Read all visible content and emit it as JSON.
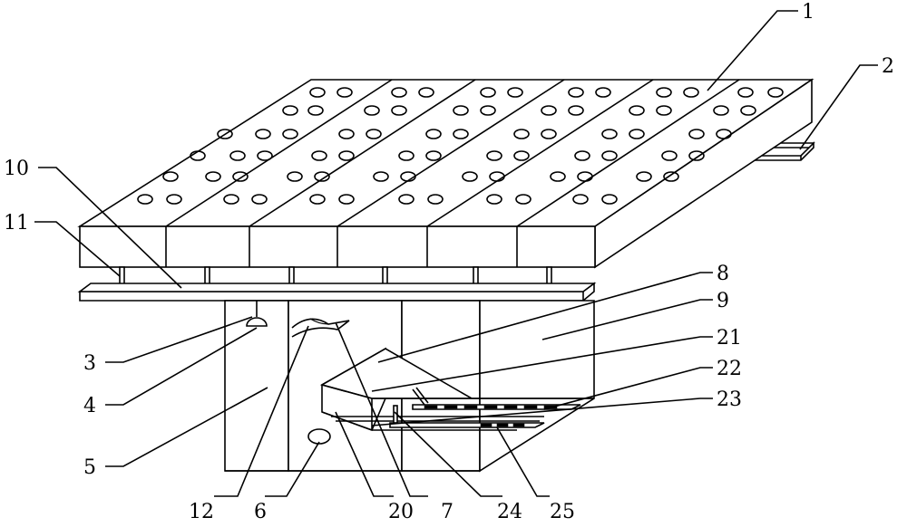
{
  "labels": {
    "l1": "1",
    "l2": "2",
    "l3": "3",
    "l4": "4",
    "l5": "5",
    "l6": "6",
    "l7": "7",
    "l8": "8",
    "l9": "9",
    "l10": "10",
    "l11": "11",
    "l12": "12",
    "l20": "20",
    "l21": "21",
    "l22": "22",
    "l23": "23",
    "l24": "24",
    "l25": "25"
  }
}
